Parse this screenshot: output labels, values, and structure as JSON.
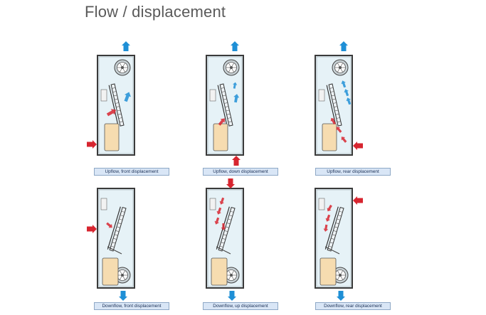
{
  "title": "Flow / displacement",
  "colors": {
    "cabinet_fill": "#e6f2f7",
    "cabinet_frame": "#3a3a3a",
    "inflow_arrow": "#d7252f",
    "outflow_arrow": "#1e8fd6",
    "filter_fill": "#f6dcb0",
    "caption_fill": "#d9e6f6"
  },
  "units": [
    {
      "caption": "Upflow, front displacement",
      "flow": "upflow",
      "intake": "front",
      "outlet": "top"
    },
    {
      "caption": "Upflow, down displacement",
      "flow": "upflow",
      "intake": "bottom",
      "outlet": "top"
    },
    {
      "caption": "Upflow, rear displacement",
      "flow": "upflow",
      "intake": "rear",
      "outlet": "top"
    },
    {
      "caption": "Downflow, front displacement",
      "flow": "downflow",
      "intake": "front",
      "outlet": "bottom"
    },
    {
      "caption": "Downflow, up displacement",
      "flow": "downflow",
      "intake": "top",
      "outlet": "bottom"
    },
    {
      "caption": "Downflow, rear displacement",
      "flow": "downflow",
      "intake": "rear",
      "outlet": "bottom"
    }
  ]
}
